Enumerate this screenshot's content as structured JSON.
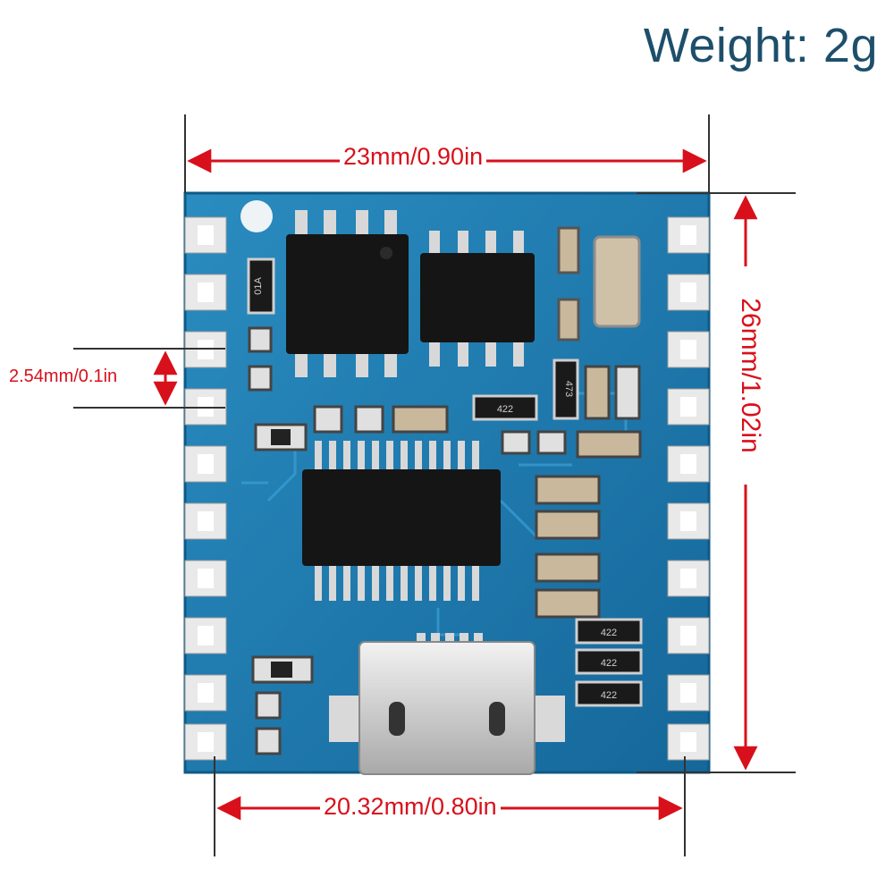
{
  "header": {
    "weight_label": "Weight: 2g"
  },
  "dimensions": {
    "width_label": "23mm/0.90in",
    "height_label": "26mm/1.02in",
    "pin_spacing_label": "20.32mm/0.80in",
    "pin_pitch_label": "2.54mm/0.1in"
  },
  "components": {
    "resistor_01a": "01A",
    "resistor_473": "473",
    "resistor_422_mid": "422",
    "resistor_422_a": "422",
    "resistor_422_b": "422",
    "resistor_422_c": "422"
  },
  "colors": {
    "dimension_red": "#d8101b",
    "pcb_blue": "#1f7fb2",
    "title_color": "#1d4f6b"
  }
}
